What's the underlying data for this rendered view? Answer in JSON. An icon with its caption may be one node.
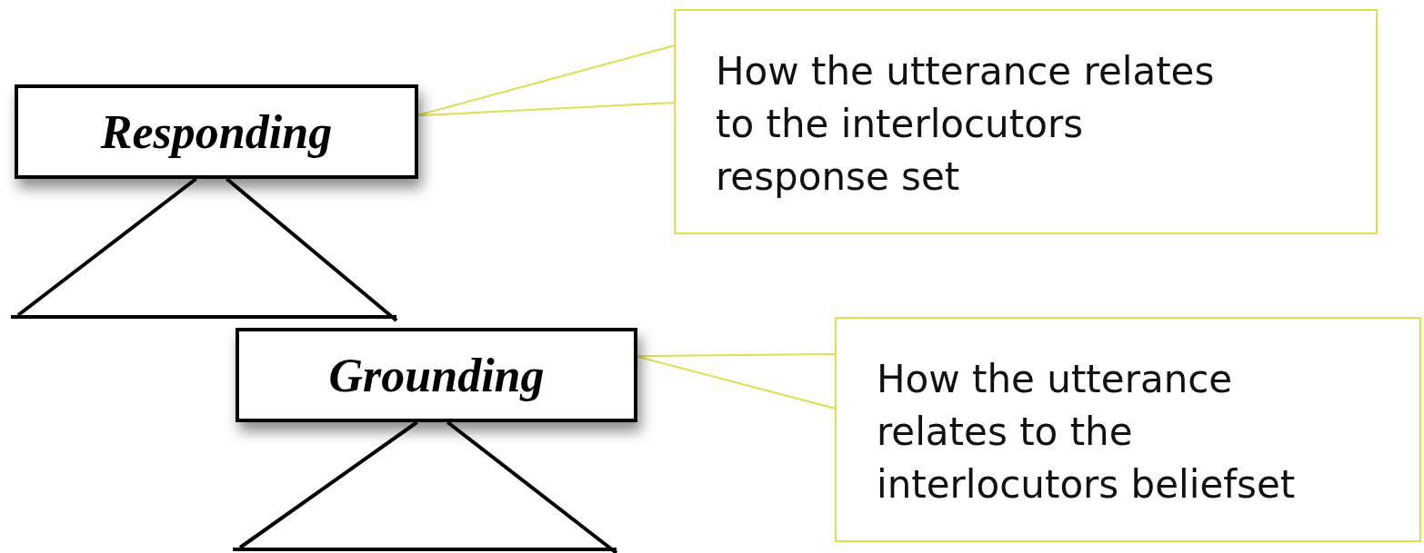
{
  "diagram": {
    "nodes": [
      {
        "text": [
          "Responding"
        ]
      },
      {
        "text": [
          "How the utterance relates to the interlocutors response set"
        ]
      },
      {
        "text": [],
        "shape": "triangle"
      },
      {
        "text": [
          "Grounding"
        ]
      },
      {
        "text": [
          "How the utterance relates to the interlocutors beliefset"
        ]
      },
      {
        "text": [],
        "shape": "triangle"
      }
    ],
    "edges": [
      {
        "from": 1,
        "to": 0,
        "arrow": "none"
      },
      {
        "from": 4,
        "to": 3,
        "arrow": "none"
      }
    ]
  }
}
